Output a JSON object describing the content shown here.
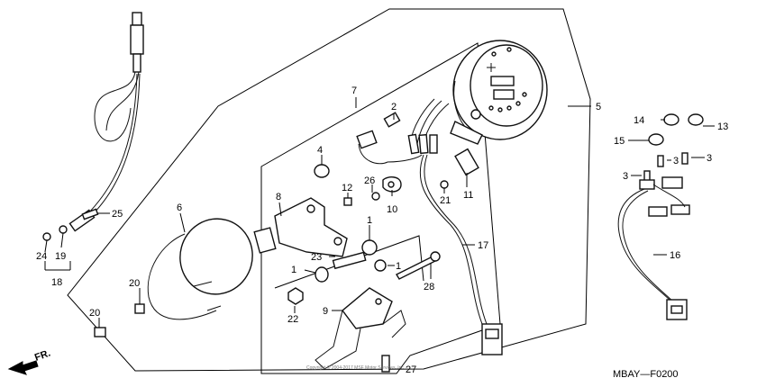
{
  "diagram_code": "MBAY—F0200",
  "direction_label": "FR.",
  "copyright_text": "Copyright © 2004-2017 MSF Motor Services, Inc.",
  "callouts": [
    {
      "id": "c1a",
      "text": "1"
    },
    {
      "id": "c1b",
      "text": "1"
    },
    {
      "id": "c1c",
      "text": "1"
    },
    {
      "id": "c2",
      "text": "2"
    },
    {
      "id": "c3a",
      "text": "3"
    },
    {
      "id": "c3b",
      "text": "3"
    },
    {
      "id": "c3c",
      "text": "3"
    },
    {
      "id": "c4",
      "text": "4"
    },
    {
      "id": "c5",
      "text": "5"
    },
    {
      "id": "c6",
      "text": "6"
    },
    {
      "id": "c7",
      "text": "7"
    },
    {
      "id": "c8",
      "text": "8"
    },
    {
      "id": "c9",
      "text": "9"
    },
    {
      "id": "c10",
      "text": "10"
    },
    {
      "id": "c11",
      "text": "11"
    },
    {
      "id": "c12",
      "text": "12"
    },
    {
      "id": "c13",
      "text": "13"
    },
    {
      "id": "c14",
      "text": "14"
    },
    {
      "id": "c15",
      "text": "15"
    },
    {
      "id": "c16",
      "text": "16"
    },
    {
      "id": "c17",
      "text": "17"
    },
    {
      "id": "c18",
      "text": "18"
    },
    {
      "id": "c19",
      "text": "19"
    },
    {
      "id": "c20a",
      "text": "20"
    },
    {
      "id": "c20b",
      "text": "20"
    },
    {
      "id": "c21",
      "text": "21"
    },
    {
      "id": "c22",
      "text": "22"
    },
    {
      "id": "c23",
      "text": "23"
    },
    {
      "id": "c24",
      "text": "24"
    },
    {
      "id": "c25",
      "text": "25"
    },
    {
      "id": "c26",
      "text": "26"
    },
    {
      "id": "c27",
      "text": "27"
    },
    {
      "id": "c28",
      "text": "28"
    }
  ]
}
